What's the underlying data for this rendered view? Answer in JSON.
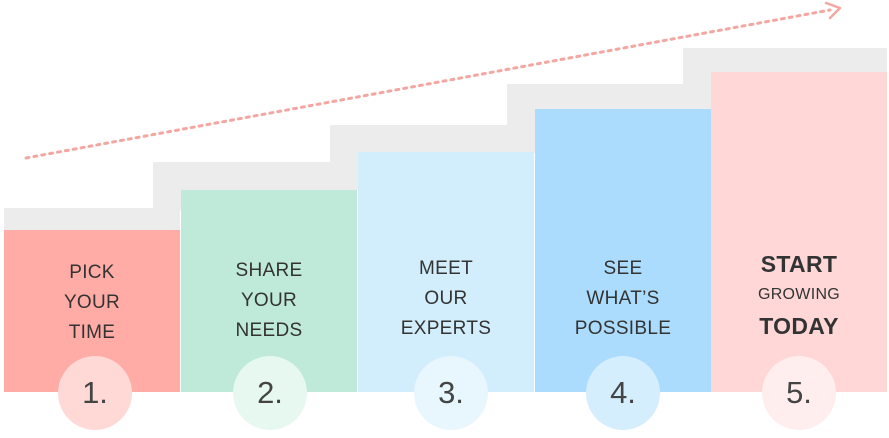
{
  "steps": [
    {
      "lines": [
        "PICK",
        "YOUR",
        "TIME"
      ],
      "number": "1.",
      "color": "#ffaba6",
      "badge_color": "#ffd9d6"
    },
    {
      "lines": [
        "SHARE",
        "YOUR",
        "NEEDS"
      ],
      "number": "2.",
      "color": "#bfe9d8",
      "badge_color": "#e6f8f0"
    },
    {
      "lines": [
        "MEET",
        "OUR",
        "EXPERTS"
      ],
      "number": "3.",
      "color": "#d2edfc",
      "badge_color": "#e8f6fe"
    },
    {
      "lines": [
        "SEE",
        "WHAT’S",
        "POSSIBLE"
      ],
      "number": "4.",
      "color": "#abdcfd",
      "badge_color": "#d4eefe"
    },
    {
      "lines": [
        "START",
        "GROWING",
        "TODAY"
      ],
      "number": "5.",
      "color": "#ffd7d7",
      "badge_color": "#ffeeed"
    }
  ],
  "arrow_color": "#f4a6a0"
}
